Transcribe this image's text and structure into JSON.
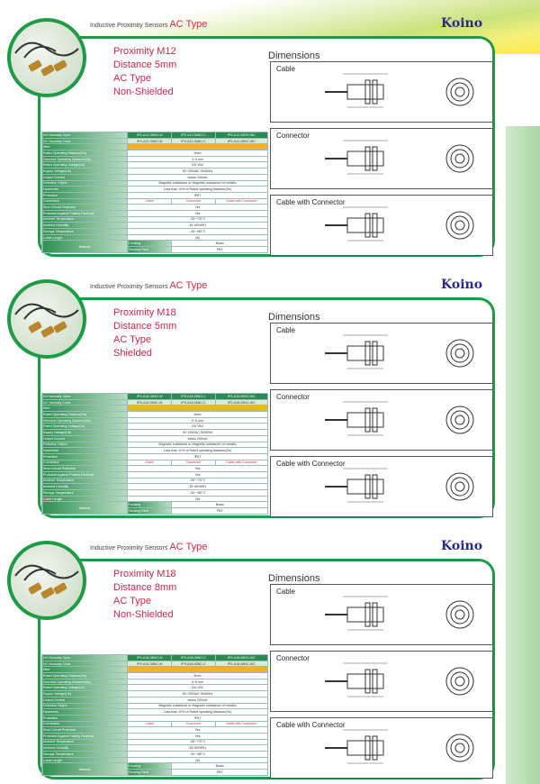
{
  "header": {
    "prefix": "Inductive Proximity Sensors",
    "type": "AC Type",
    "brand": "Koino"
  },
  "dimensions_title": "Dimensions",
  "dimension_views": [
    "Cable",
    "Connector",
    "Cable with Connector"
  ],
  "colors": {
    "green": "#1f9a47",
    "accent": "#d0284a",
    "brand": "#2a2a8c",
    "wire": "#f0b323"
  },
  "table_labels": [
    "NO Normally Open",
    "NC Normally Close",
    "Wire",
    "Rated Operating Distance(Sn)",
    "Setected Operating Distance(Sa)",
    "Rated Operating Voltage(Ue)",
    "Supply Voltage(Ub)",
    "Output Current",
    "Detection Object",
    "Hysteresis",
    "Protection",
    "Connection",
    "Short Circuit Protected",
    "Protected Against Polarity Reversal",
    "Ambient Temperature",
    "Ambient Humidity",
    "Storage Temperature",
    "Cable Length"
  ],
  "material_label": "Material",
  "housing_label": "Housing",
  "face_label": "Sensing Face",
  "connection": [
    "Cable",
    "Connector",
    "Cable with Connector"
  ],
  "sections": [
    {
      "specs": [
        "Proximity M12",
        "Distance 5mm",
        "AC Type",
        "Non-Shielded"
      ],
      "models_no": [
        "IPS-A12-05NO-W",
        "IPS-A12-05NO-C",
        "IPS-A12-05NO-WC"
      ],
      "models_nc": [
        "IPS-A12-05NC-W",
        "IPS-A12-05NC-C",
        "IPS-A12-05NC-WC"
      ],
      "values": [
        "5mm",
        "0~5 mm",
        "110 VAC",
        "90~250VAC 50/60Hz",
        "below 200mA",
        "Magnetic substance or Magnetic substance of metallic",
        "Less than 10% of Rated operating distance(Sn)",
        "IP67",
        "Yes",
        "Yes",
        "-25~+70°C",
        "35~85%RH",
        "-30~+80°C",
        "2M"
      ],
      "housing": "Brass",
      "face": "PBT"
    },
    {
      "specs": [
        "Proximity M18",
        "Distance 5mm",
        "AC Type",
        "Shielded"
      ],
      "models_no": [
        "IPS-A18-05NO-W",
        "IPS-A18-05NO-C",
        "IPS-A18-05NO-WC"
      ],
      "models_nc": [
        "IPS-A18-05NC-W",
        "IPS-A18-05NC-C",
        "IPS-A18-05NC-WC"
      ],
      "values": [
        "5mm",
        "0~5 mm",
        "110 VAC",
        "90~250VAC 50/60Hz",
        "below 200mA",
        "Magnetic substance or Magnetic substance of metallic",
        "Less than 10% of Rated operating distance(Sn)",
        "IP67",
        "Yes",
        "Yes",
        "-25~+70°C",
        "35~85%RH",
        "-30~+80°C",
        "2M"
      ],
      "housing": "Brass",
      "face": "PBT"
    },
    {
      "specs": [
        "Proximity M18",
        "Distance 8mm",
        "AC Type",
        "Non-Shielded"
      ],
      "models_no": [
        "IPS-A18-08NO-W",
        "IPS-A18-08NO-C",
        "IPS-A18-08NO-WC"
      ],
      "models_nc": [
        "IPS-A18-08NC-W",
        "IPS-A18-08NC-C",
        "IPS-A18-08NC-WC"
      ],
      "values": [
        "8mm",
        "0~8 mm",
        "110 VAC",
        "90~250VAC 50/60Hz",
        "below 200mA",
        "Magnetic substance or Magnetic substance of metallic",
        "Less than 10% of Rated operating distance(Sn)",
        "IP67",
        "Yes",
        "Yes",
        "-25~+70°C",
        "35~85%RH",
        "-30~+80°C",
        "2M"
      ],
      "housing": "Brass",
      "face": "PBT"
    }
  ]
}
